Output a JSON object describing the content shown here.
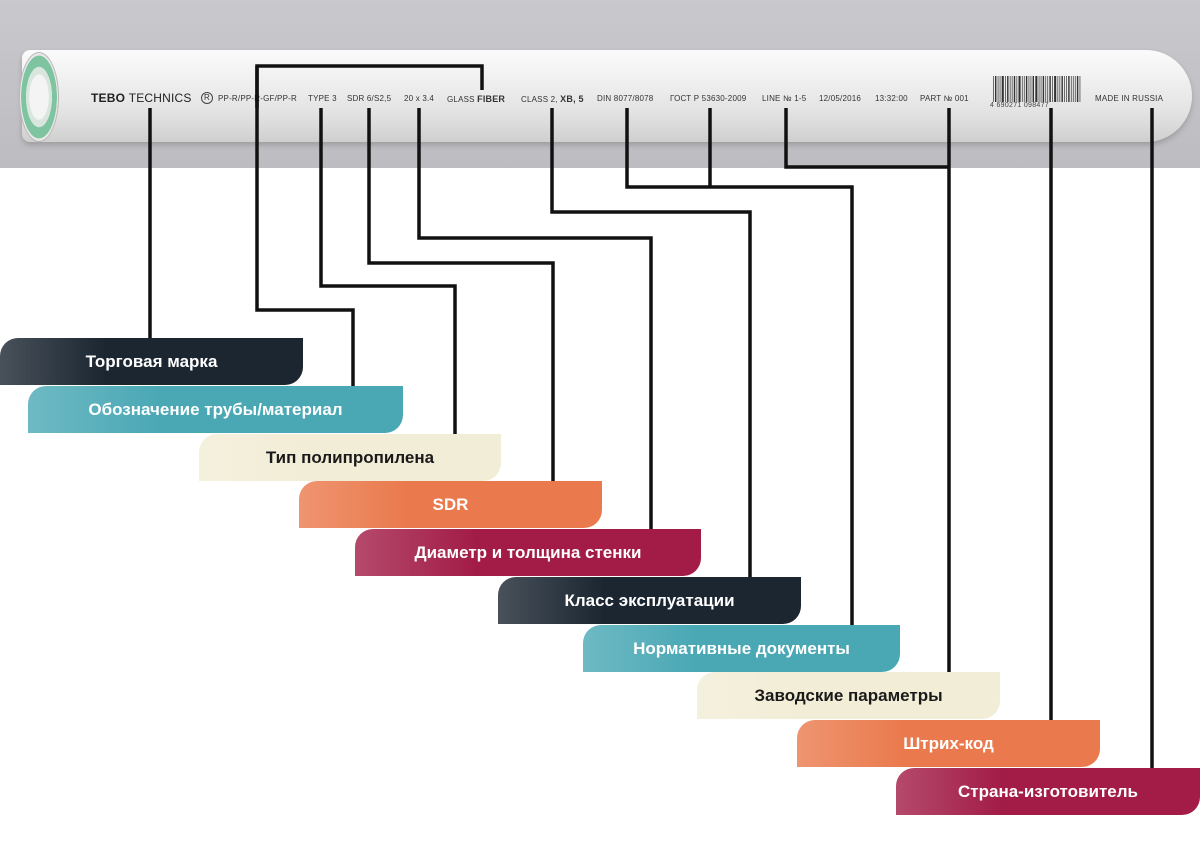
{
  "pipe": {
    "brand_bold": "TEBO",
    "brand_light": "TECHNICS",
    "registered": "R",
    "material": "PP-R/PP-R-GF/PP-R",
    "type": "TYPE 3",
    "sdr": "SDR 6/S2,5",
    "dimensions": "20 x 3.4",
    "glass_light": "GLASS",
    "glass_bold": "FIBER",
    "class_light": "CLASS 2,",
    "class_bold": "XB, 5",
    "din": "DIN 8077/8078",
    "gost": "ГОСТ Р 53630-2009",
    "line": "LINE № 1-5",
    "date": "12/05/2016",
    "time": "13:32:00",
    "part": "PART № 001",
    "barcode_number": "4 690271 098477",
    "made_in": "MADE IN RUSSIA"
  },
  "labels": [
    {
      "text": "Торговая марка",
      "bg": "#1b2631",
      "fg": "#ffffff"
    },
    {
      "text": "Обозначение трубы/материал",
      "bg": "#4aa8b5",
      "fg": "#ffffff"
    },
    {
      "text": "Тип полипропилена",
      "bg": "#f2edd6",
      "fg": "#1a1a1a"
    },
    {
      "text": "SDR",
      "bg": "#ea7a4d",
      "fg": "#ffffff"
    },
    {
      "text": "Диаметр и толщина стенки",
      "bg": "#a21c47",
      "fg": "#ffffff"
    },
    {
      "text": "Класс эксплуатации",
      "bg": "#1b2631",
      "fg": "#ffffff"
    },
    {
      "text": "Нормативные документы",
      "bg": "#4aa8b5",
      "fg": "#ffffff"
    },
    {
      "text": "Заводские параметры",
      "bg": "#f2edd6",
      "fg": "#1a1a1a"
    },
    {
      "text": "Штрих-код",
      "bg": "#ea7a4d",
      "fg": "#ffffff"
    },
    {
      "text": "Страна-изготовитель",
      "bg": "#a21c47",
      "fg": "#ffffff"
    }
  ],
  "colors": {
    "band": "#c4c4c8",
    "pipe": "#ececec",
    "pipe_stripe": "#7fc4a1",
    "connector": "#111111"
  }
}
